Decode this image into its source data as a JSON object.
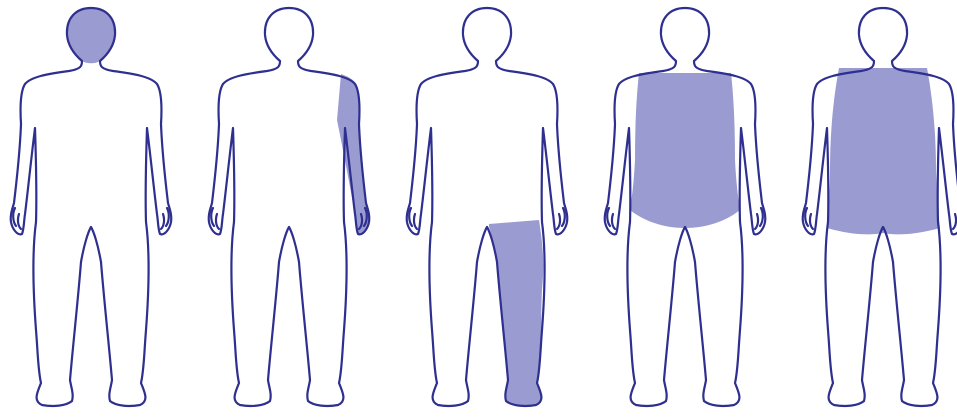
{
  "colors": {
    "background": "#ffffff",
    "outline": "#2e2f8e",
    "highlight": "#9a9bd0"
  },
  "figures": [
    {
      "id": "figure-1",
      "view": "front",
      "highlighted_region": "head"
    },
    {
      "id": "figure-2",
      "view": "front",
      "highlighted_region": "left-arm"
    },
    {
      "id": "figure-3",
      "view": "front",
      "highlighted_region": "left-leg"
    },
    {
      "id": "figure-4",
      "view": "front",
      "highlighted_region": "anterior-trunk"
    },
    {
      "id": "figure-5",
      "view": "back",
      "highlighted_region": "posterior-trunk"
    }
  ]
}
